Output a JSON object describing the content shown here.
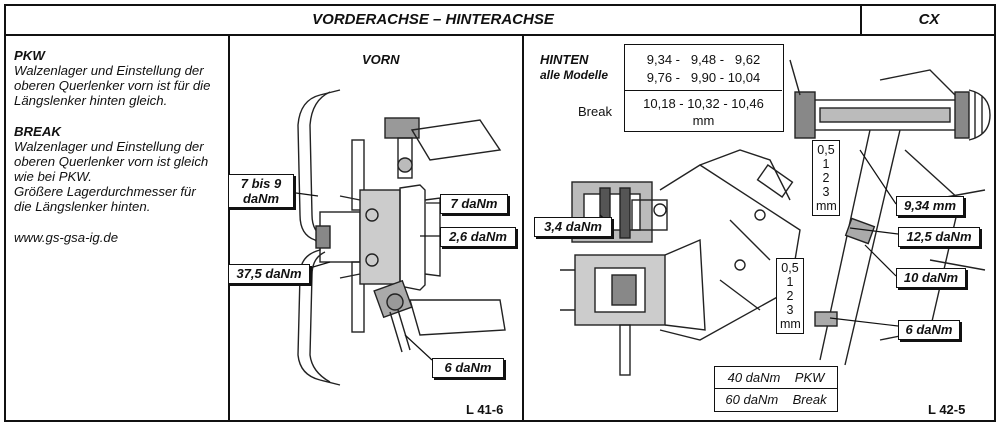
{
  "header": {
    "title": "VORDERACHSE – HINTERACHSE",
    "code": "CX"
  },
  "left_text": {
    "pkw_title": "PKW",
    "pkw_body": "Walzenlager und Einstellung der oberen Querlenker vorn ist für die Längslenker hinten gleich.",
    "break_title": "BREAK",
    "break_body1": "Walzenlager und Einstellung der oberen Querlenker vorn ist gleich wie bei PKW.",
    "break_body2": "Größere Lagerdurchmesser für die Längslenker hinten.",
    "url": "www.gs-gsa-ig.de"
  },
  "front": {
    "title": "VORN",
    "torque_7_9_line1": "7 bis 9",
    "torque_7_9_line2": "daNm",
    "torque_7": "7 daNm",
    "torque_2_6": "2,6 daNm",
    "torque_37_5": "37,5 daNm",
    "torque_6": "6 daNm",
    "ref": "L 41-6"
  },
  "rear": {
    "title_line1": "HINTEN",
    "title_line2": "alle Modelle",
    "table_row1": "9,34 -   9,48 -   9,62",
    "table_row2": "9,76 -   9,90 - 10,04",
    "table_break_label": "Break",
    "table_row3": "10,18 - 10,32 - 10,46",
    "table_unit": "mm",
    "shims_top": [
      "0,5",
      "1",
      "2",
      "3",
      "mm"
    ],
    "shims_bottom": [
      "0,5",
      "1",
      "2",
      "3",
      "mm"
    ],
    "torque_3_4": "3,4 daNm",
    "torque_9_34": "9,34 mm",
    "torque_12_5": "12,5 daNm",
    "torque_10": "10 daNm",
    "torque_6": "6 daNm",
    "bottom_pkw": "40 daNm    PKW",
    "bottom_break": "60 daNm    Break",
    "ref": "L 42-5"
  }
}
